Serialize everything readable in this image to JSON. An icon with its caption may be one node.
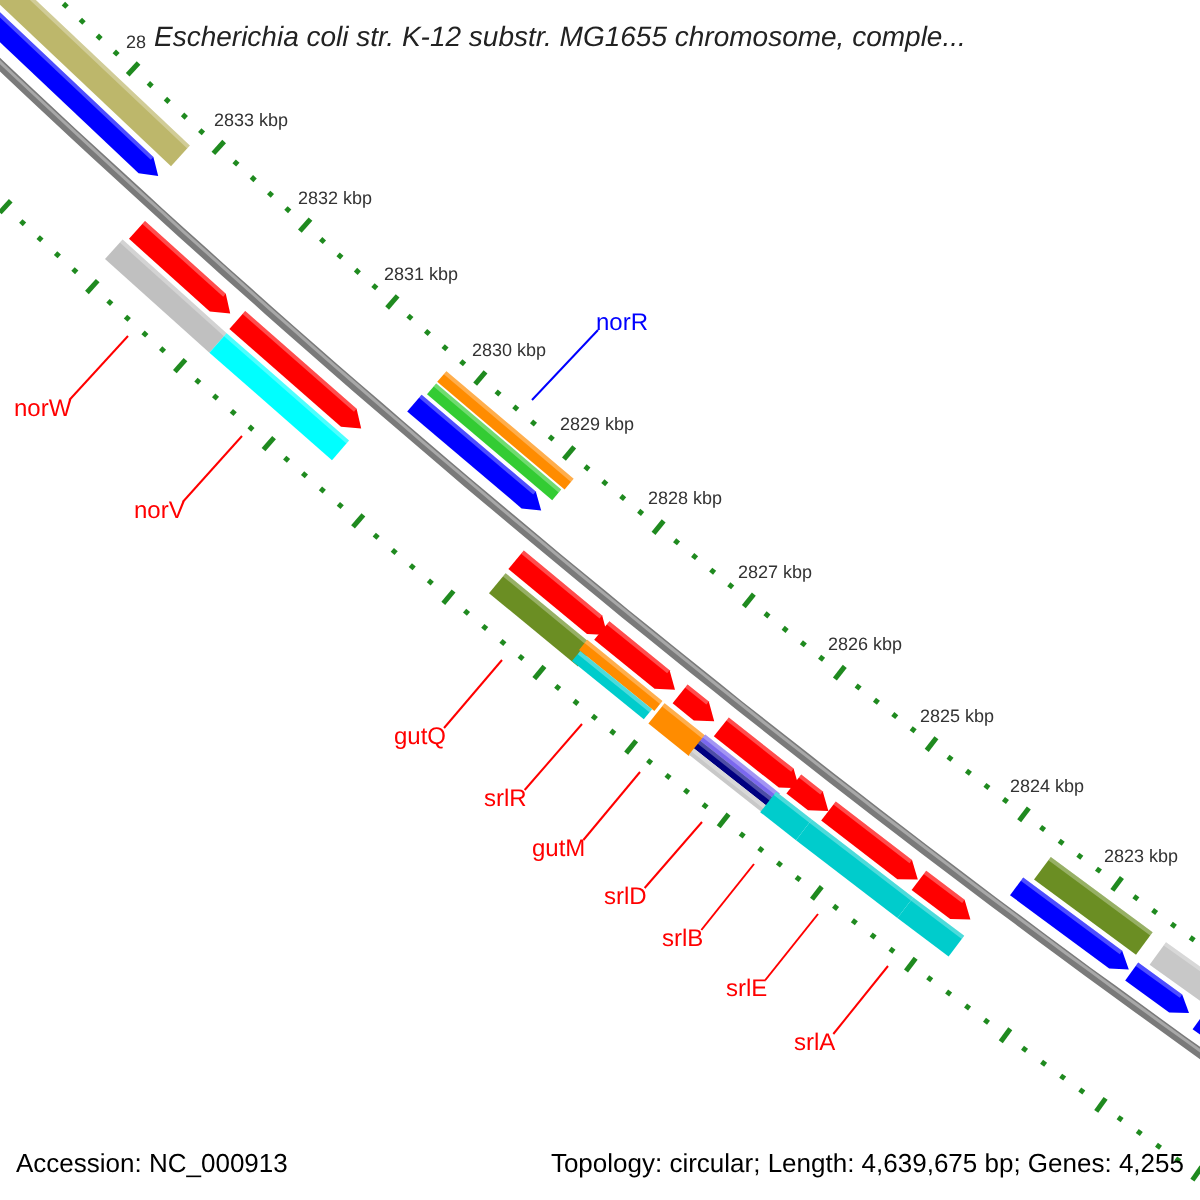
{
  "diagram": {
    "title": "Escherichia coli str. K-12 substr. MG1655 chromosome, comple...",
    "nodes": [
      {
        "text": [
          "norR"
        ]
      },
      {
        "text": [
          "norW"
        ]
      },
      {
        "text": [
          "norV"
        ]
      },
      {
        "text": [
          "gutQ"
        ]
      },
      {
        "text": [
          "srlR"
        ]
      },
      {
        "text": [
          "gutM"
        ]
      },
      {
        "text": [
          "srlD"
        ]
      },
      {
        "text": [
          "srlB"
        ]
      },
      {
        "text": [
          "srlE"
        ]
      },
      {
        "text": [
          "srlA"
        ]
      }
    ],
    "edges": [
      {
        "from": 0,
        "to": null,
        "arrow": "none",
        "color": "#0000ff"
      },
      {
        "from": 1,
        "to": null,
        "arrow": "none"
      },
      {
        "from": 2,
        "to": null,
        "arrow": "none"
      },
      {
        "from": 3,
        "to": null,
        "arrow": "none"
      },
      {
        "from": 4,
        "to": null,
        "arrow": "none"
      },
      {
        "from": 5,
        "to": null,
        "arrow": "none"
      },
      {
        "from": 6,
        "to": null,
        "arrow": "none"
      },
      {
        "from": 7,
        "to": null,
        "arrow": "none"
      },
      {
        "from": 8,
        "to": null,
        "arrow": "none"
      },
      {
        "from": 9,
        "to": null,
        "arrow": "none"
      }
    ],
    "labels": [
      "28",
      "2833 kbp",
      "2832 kbp",
      "2831 kbp",
      "2830 kbp",
      "2829 kbp",
      "2828 kbp",
      "2827 kbp",
      "2826 kbp",
      "2825 kbp",
      "2824 kbp",
      "2823 kbp",
      "Accession: NC_000913",
      "Topology: circular; Length: 4,639,675 bp; Genes: 4,255"
    ]
  }
}
